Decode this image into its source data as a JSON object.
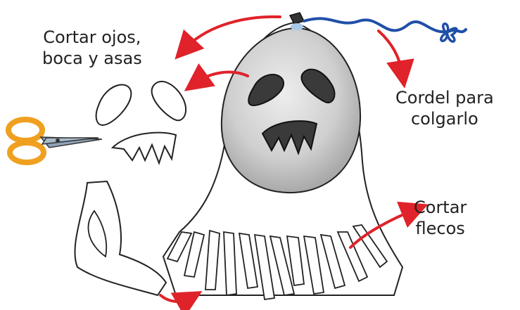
{
  "labels": {
    "cut_eyes": [
      "Cortar ojos,",
      "boca y asas"
    ],
    "string": [
      "Cordel para",
      "colgarlo"
    ],
    "fringe": [
      "Cortar",
      "flecos"
    ]
  },
  "colors": {
    "arrow": "#e0222a",
    "string": "#1f4fa8",
    "scissor_handle": "#f0a020",
    "scissor_blade": "#8fa3b8",
    "balloon": "#c9c9c9",
    "features": "#3a3a3a",
    "outline": "#222222"
  }
}
